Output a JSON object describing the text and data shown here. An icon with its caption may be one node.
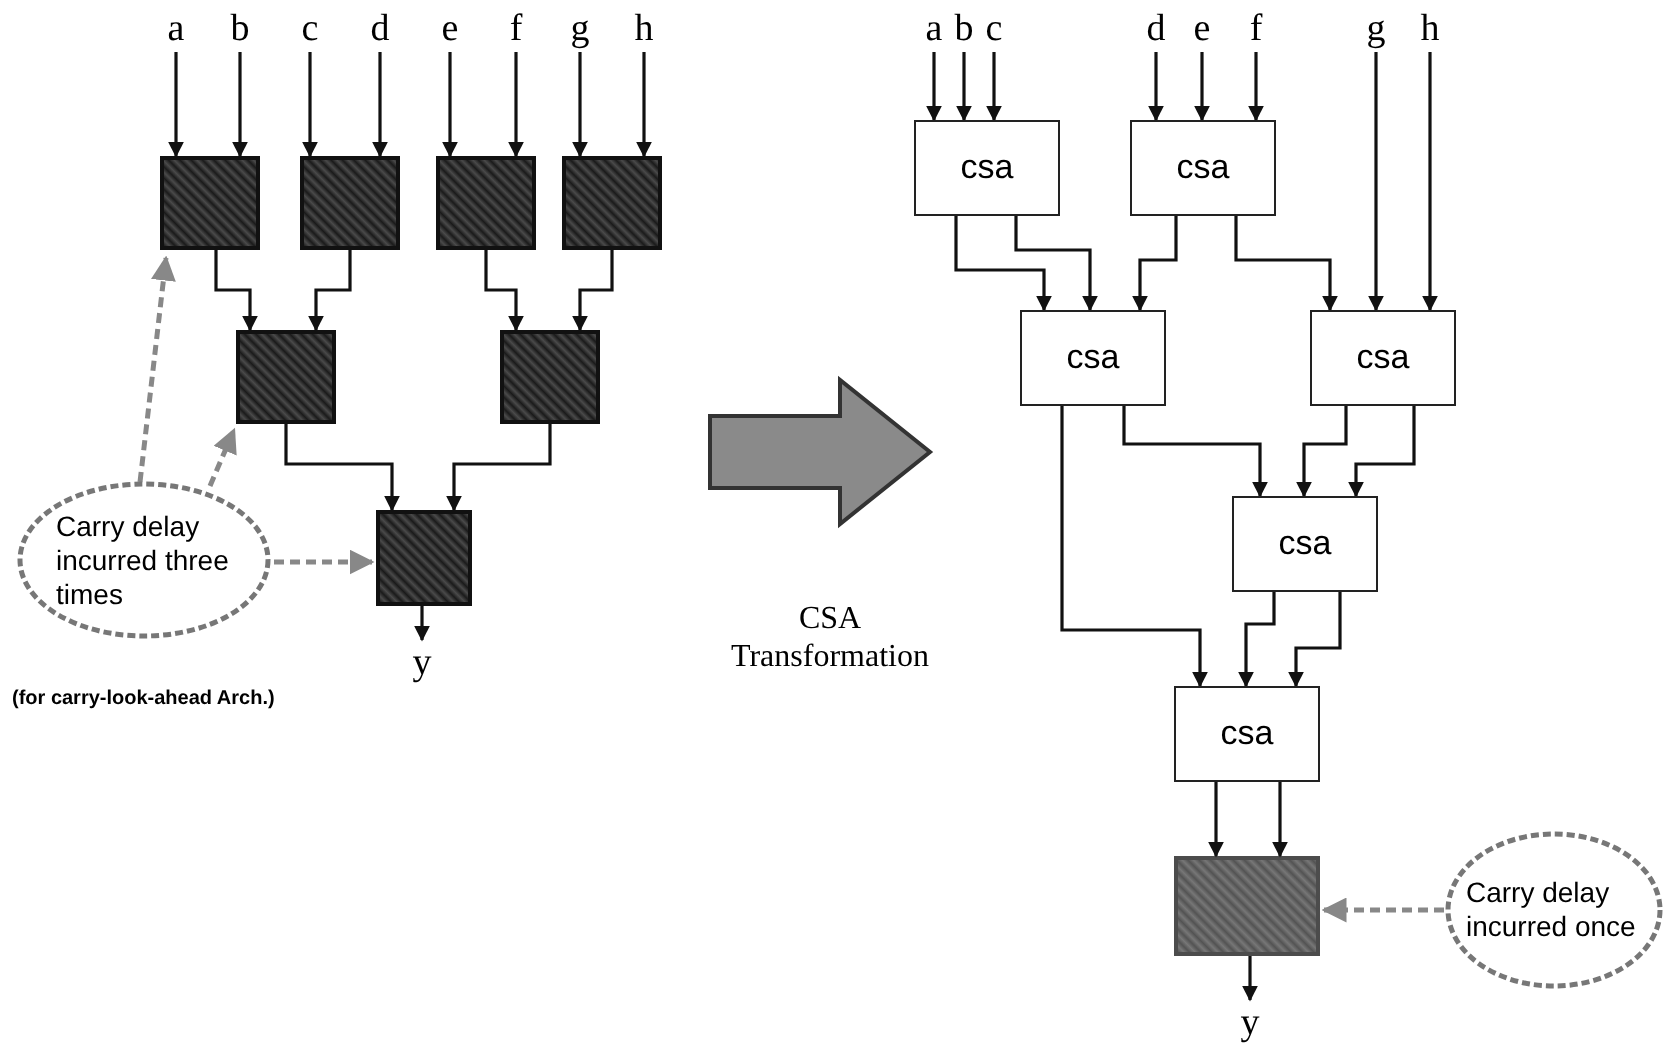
{
  "diagram": {
    "nodes": [
      {
        "text": [
          "a"
        ]
      },
      {
        "text": [
          "b"
        ]
      },
      {
        "text": [
          "c"
        ]
      },
      {
        "text": [
          "d"
        ]
      },
      {
        "text": [
          "e"
        ]
      },
      {
        "text": [
          "f"
        ]
      },
      {
        "text": [
          "g"
        ]
      },
      {
        "text": [
          "h"
        ]
      },
      {
        "text": [],
        "shape": "box"
      },
      {
        "text": [],
        "shape": "box"
      },
      {
        "text": [],
        "shape": "box"
      },
      {
        "text": [],
        "shape": "box"
      },
      {
        "text": [],
        "shape": "box"
      },
      {
        "text": [],
        "shape": "box"
      },
      {
        "text": [],
        "shape": "box"
      },
      {
        "text": [
          "y"
        ]
      },
      {
        "text": [
          "Carry delay incurred three times"
        ]
      },
      {
        "text": [
          "a"
        ]
      },
      {
        "text": [
          "b"
        ]
      },
      {
        "text": [
          "c"
        ]
      },
      {
        "text": [
          "d"
        ]
      },
      {
        "text": [
          "e"
        ]
      },
      {
        "text": [
          "f"
        ]
      },
      {
        "text": [
          "g"
        ]
      },
      {
        "text": [
          "h"
        ]
      },
      {
        "text": [
          "csa"
        ]
      },
      {
        "text": [
          "csa"
        ]
      },
      {
        "text": [
          "csa"
        ]
      },
      {
        "text": [
          "csa"
        ]
      },
      {
        "text": [
          "csa"
        ]
      },
      {
        "text": [
          "csa"
        ]
      },
      {
        "text": [],
        "shape": "box"
      },
      {
        "text": [
          "y"
        ]
      },
      {
        "text": [
          "Carry delay incurred once"
        ]
      }
    ],
    "edges": [
      {
        "from": 0,
        "to": 8,
        "arrow": "to"
      },
      {
        "from": 1,
        "to": 8,
        "arrow": "to"
      },
      {
        "from": 2,
        "to": 9,
        "arrow": "to"
      },
      {
        "from": 3,
        "to": 9,
        "arrow": "to"
      },
      {
        "from": 4,
        "to": 10,
        "arrow": "to"
      },
      {
        "from": 5,
        "to": 10,
        "arrow": "to"
      },
      {
        "from": 6,
        "to": 11,
        "arrow": "to"
      },
      {
        "from": 7,
        "to": 11,
        "arrow": "to"
      },
      {
        "from": 8,
        "to": 12,
        "arrow": "to"
      },
      {
        "from": 9,
        "to": 12,
        "arrow": "to"
      },
      {
        "from": 10,
        "to": 13,
        "arrow": "to"
      },
      {
        "from": 11,
        "to": 13,
        "arrow": "to"
      },
      {
        "from": 12,
        "to": 14,
        "arrow": "to"
      },
      {
        "from": 13,
        "to": 14,
        "arrow": "to"
      },
      {
        "from": 14,
        "to": 15,
        "arrow": "to"
      },
      {
        "from": 16,
        "to": 8,
        "arrow": "to",
        "style": "dashed",
        "color": "#888888"
      },
      {
        "from": 16,
        "to": 12,
        "arrow": "to",
        "style": "dashed",
        "color": "#888888"
      },
      {
        "from": 16,
        "to": 14,
        "arrow": "to",
        "style": "dashed",
        "color": "#888888"
      },
      {
        "from": 17,
        "to": 25,
        "arrow": "to"
      },
      {
        "from": 18,
        "to": 25,
        "arrow": "to"
      },
      {
        "from": 19,
        "to": 25,
        "arrow": "to"
      },
      {
        "from": 20,
        "to": 26,
        "arrow": "to"
      },
      {
        "from": 21,
        "to": 26,
        "arrow": "to"
      },
      {
        "from": 22,
        "to": 26,
        "arrow": "to"
      },
      {
        "from": 23,
        "to": 28,
        "arrow": "to"
      },
      {
        "from": 24,
        "to": 28,
        "arrow": "to"
      },
      {
        "from": 25,
        "to": 27,
        "arrow": "to"
      },
      {
        "from": 25,
        "to": 27,
        "arrow": "to"
      },
      {
        "from": 26,
        "to": 27,
        "arrow": "to"
      },
      {
        "from": 26,
        "to": 28,
        "arrow": "to"
      },
      {
        "from": 27,
        "to": 30,
        "arrow": "to"
      },
      {
        "from": 27,
        "to": 29,
        "arrow": "to"
      },
      {
        "from": 28,
        "to": 29,
        "arrow": "to"
      },
      {
        "from": 28,
        "to": 29,
        "arrow": "to"
      },
      {
        "from": 29,
        "to": 30,
        "arrow": "to"
      },
      {
        "from": 29,
        "to": 30,
        "arrow": "to"
      },
      {
        "from": 30,
        "to": 31,
        "arrow": "to"
      },
      {
        "from": 30,
        "to": 31,
        "arrow": "to"
      },
      {
        "from": 31,
        "to": 32,
        "arrow": "to"
      },
      {
        "from": 33,
        "to": 31,
        "arrow": "to",
        "style": "dashed",
        "color": "#888888"
      }
    ],
    "labels": [
      "(for carry-look-ahead Arch.)",
      "CSA Transformation"
    ]
  }
}
